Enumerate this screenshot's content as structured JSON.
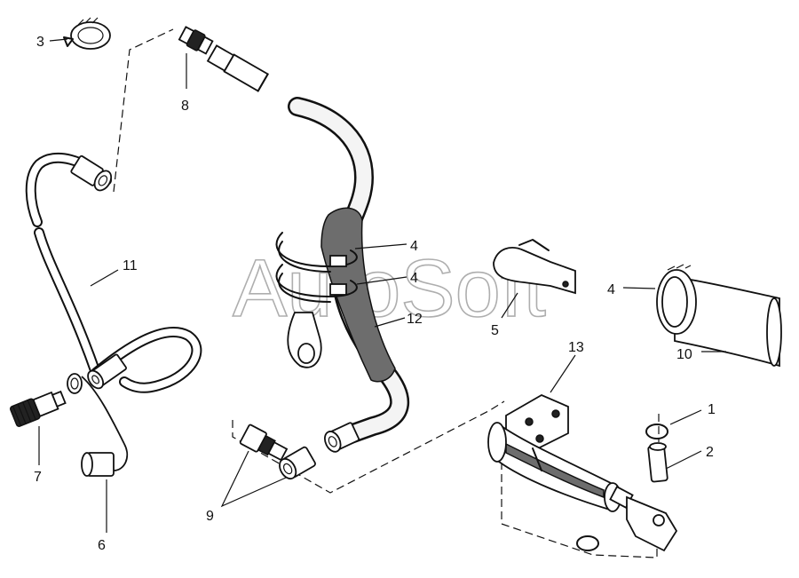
{
  "watermark": "AutoSoft",
  "callouts": [
    {
      "id": "c1",
      "text": "1"
    },
    {
      "id": "c2",
      "text": "2"
    },
    {
      "id": "c3",
      "text": "3"
    },
    {
      "id": "c4a",
      "text": "4"
    },
    {
      "id": "c4b",
      "text": "4"
    },
    {
      "id": "c4c",
      "text": "4"
    },
    {
      "id": "c5",
      "text": "5"
    },
    {
      "id": "c6",
      "text": "6"
    },
    {
      "id": "c7",
      "text": "7"
    },
    {
      "id": "c8",
      "text": "8"
    },
    {
      "id": "c9",
      "text": "9"
    },
    {
      "id": "c10",
      "text": "10"
    },
    {
      "id": "c11",
      "text": "11"
    },
    {
      "id": "c12",
      "text": "12"
    },
    {
      "id": "c13",
      "text": "13"
    }
  ]
}
